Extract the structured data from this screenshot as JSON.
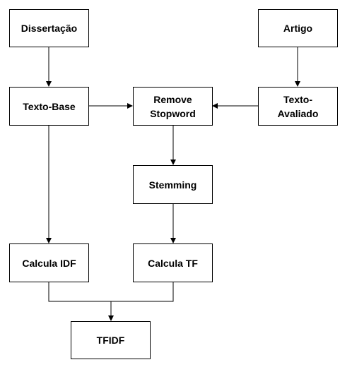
{
  "nodes": [
    {
      "id": "dissertacao",
      "label": "Dissertação"
    },
    {
      "id": "artigo",
      "label": "Artigo"
    },
    {
      "id": "texto-base",
      "label": "Texto-Base"
    },
    {
      "id": "remove-stopword",
      "label": "Remove\nStopword"
    },
    {
      "id": "texto-avaliado",
      "label": "Texto-\nAvaliado"
    },
    {
      "id": "stemming",
      "label": "Stemming"
    },
    {
      "id": "calcula-idf",
      "label": "Calcula IDF"
    },
    {
      "id": "calcula-tf",
      "label": "Calcula TF"
    },
    {
      "id": "tfidf",
      "label": "TFIDF"
    }
  ],
  "edges": [
    {
      "from": "dissertacao",
      "to": "texto-base"
    },
    {
      "from": "artigo",
      "to": "texto-avaliado"
    },
    {
      "from": "texto-base",
      "to": "remove-stopword"
    },
    {
      "from": "texto-avaliado",
      "to": "remove-stopword"
    },
    {
      "from": "remove-stopword",
      "to": "stemming"
    },
    {
      "from": "stemming",
      "to": "calcula-tf"
    },
    {
      "from": "texto-base",
      "to": "calcula-idf"
    },
    {
      "from": "calcula-idf",
      "to": "tfidf"
    },
    {
      "from": "calcula-tf",
      "to": "tfidf"
    }
  ]
}
